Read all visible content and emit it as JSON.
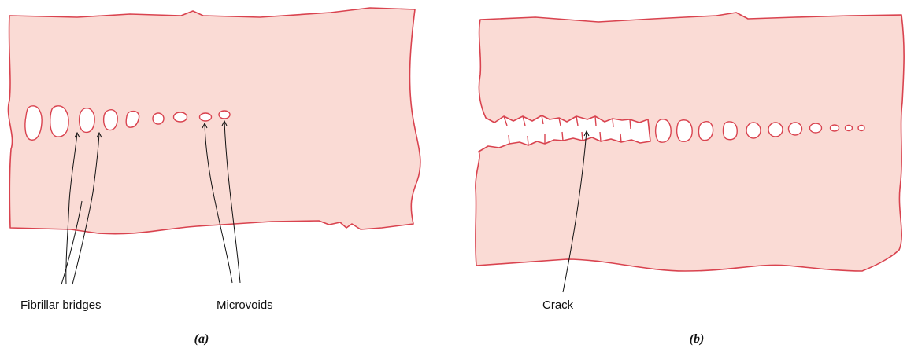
{
  "colors": {
    "material_fill": "#fadbd5",
    "material_outline": "#d9434f",
    "leader_line": "#111111"
  },
  "panel_a": {
    "label_bridges": "Fibrillar bridges",
    "label_voids": "Microvoids",
    "caption": "(a)"
  },
  "panel_b": {
    "label_crack": "Crack",
    "caption": "(b)"
  }
}
